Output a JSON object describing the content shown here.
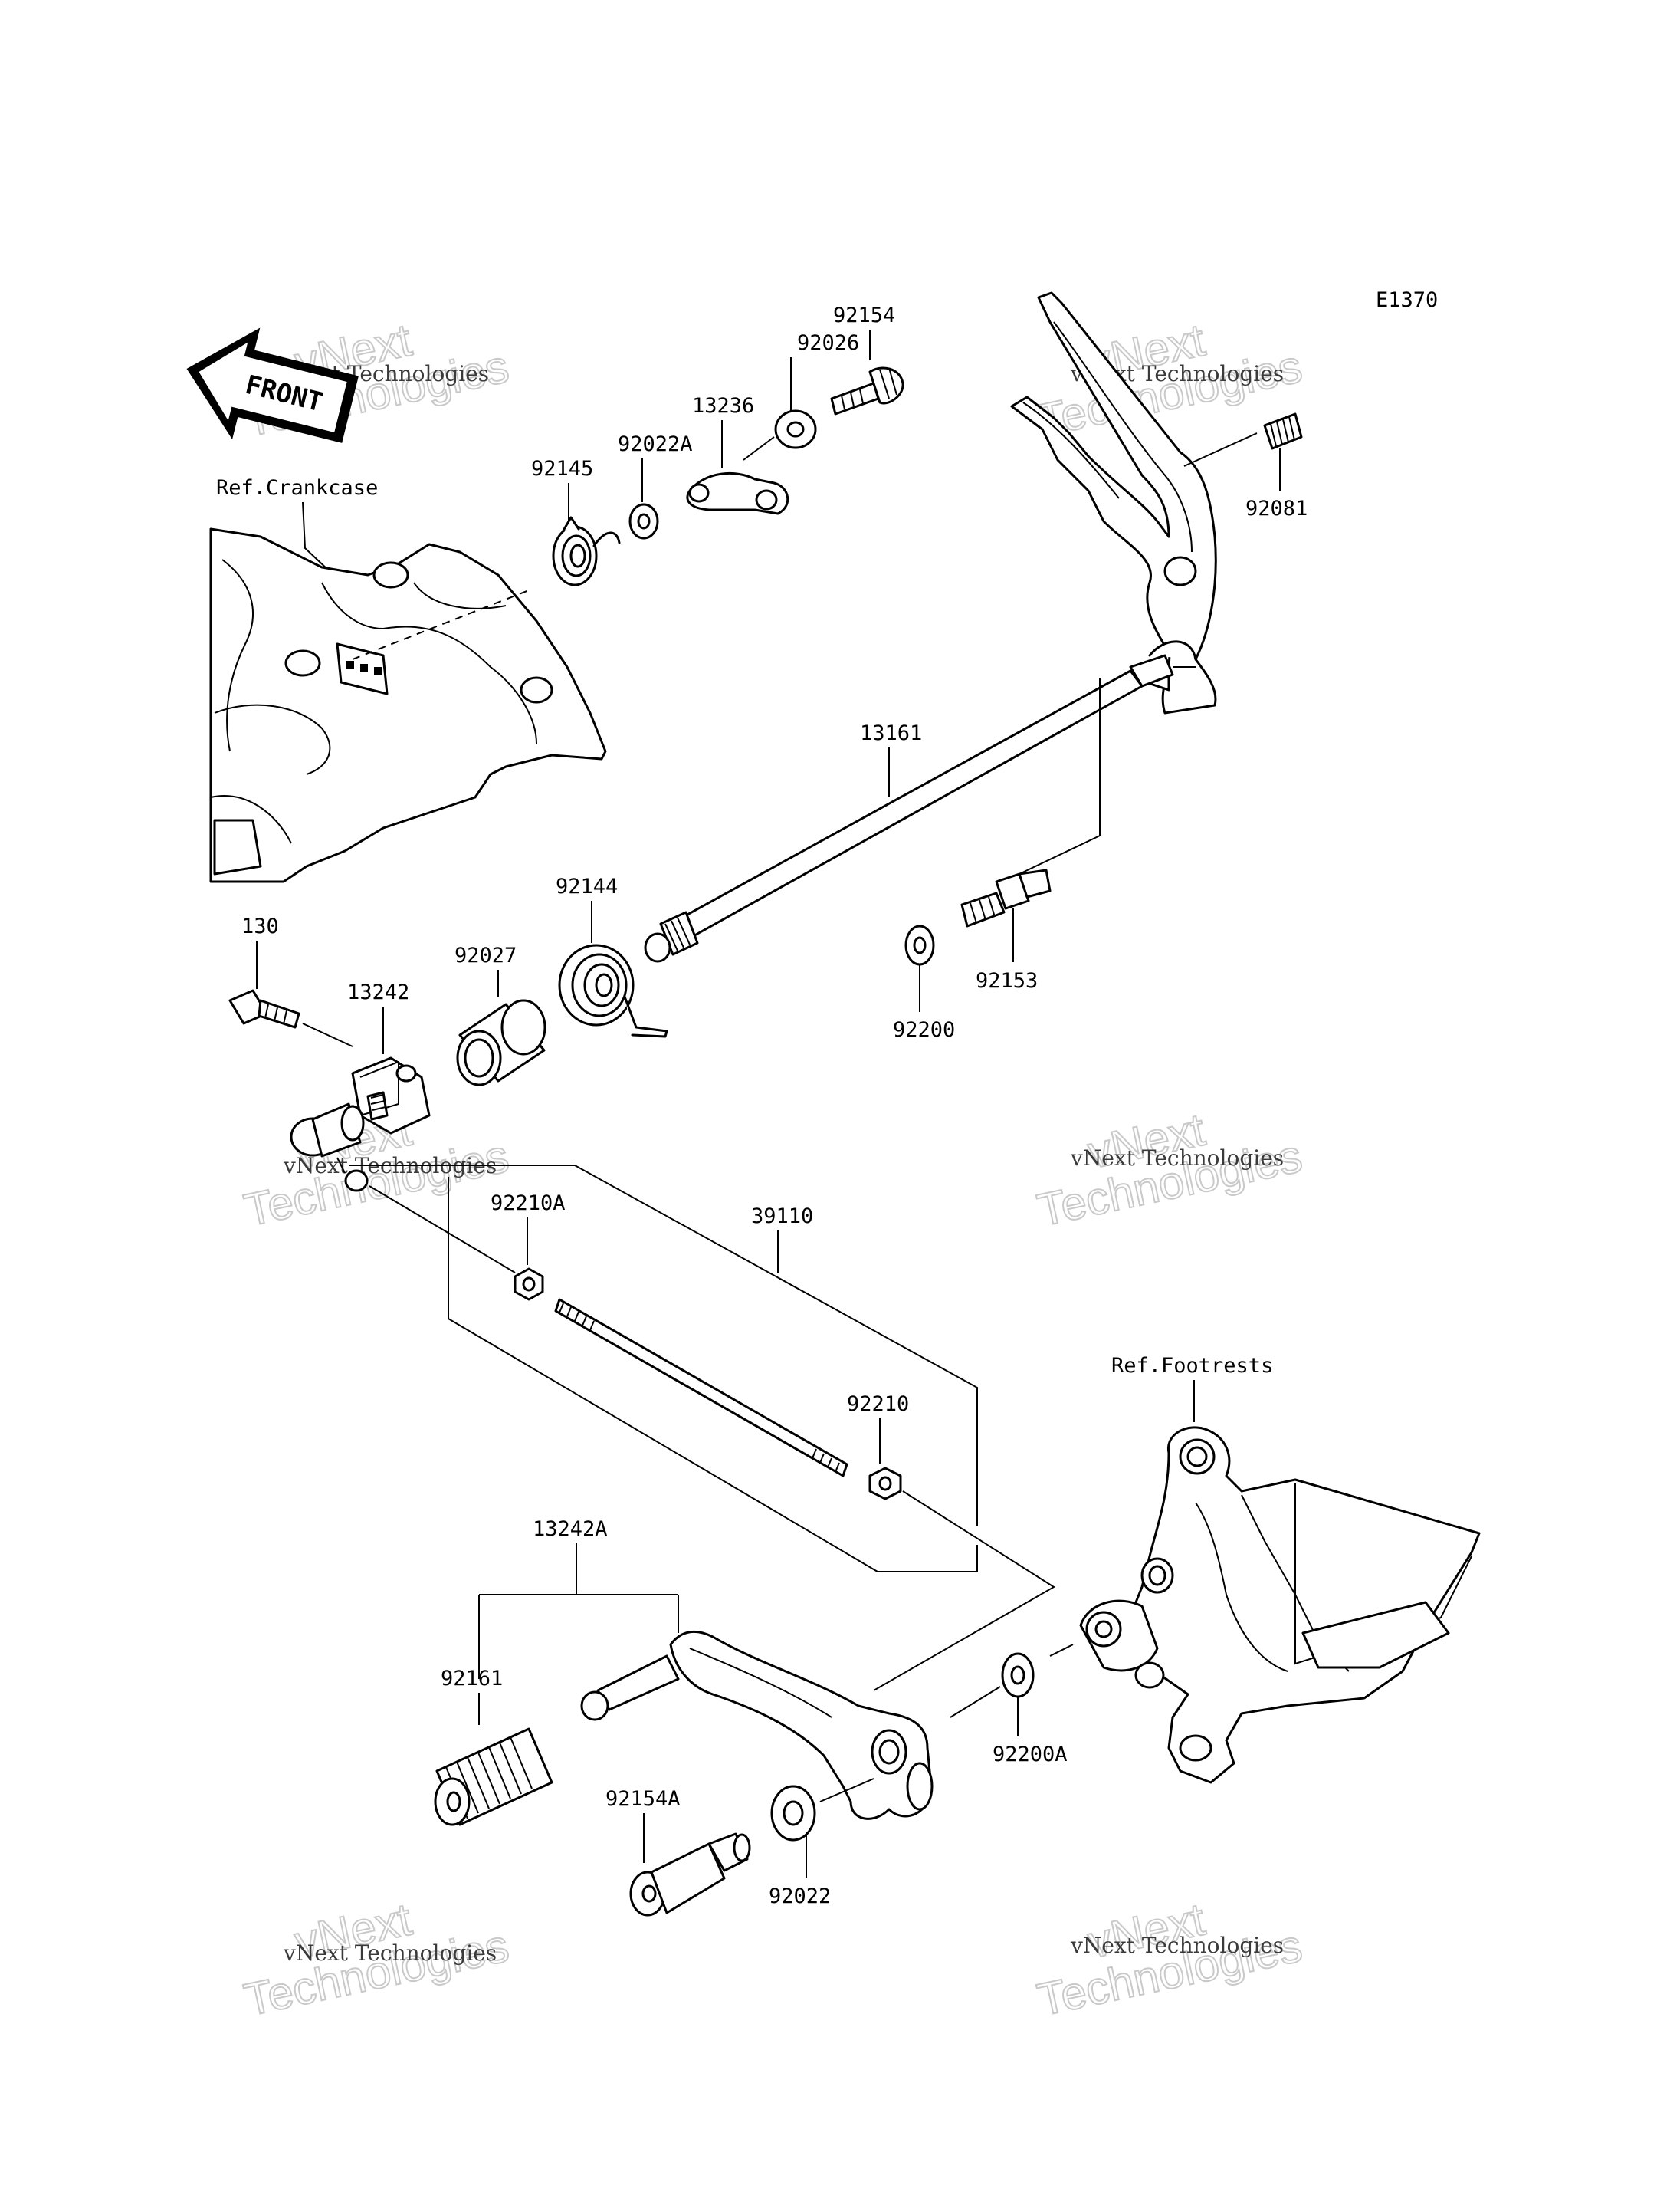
{
  "diagram": {
    "code": "E1370",
    "front_label": "FRONT",
    "ref_crankcase": "Ref.Crankcase",
    "ref_footrests": "Ref.Footrests",
    "watermark": {
      "line1": "vNext",
      "line2": "Technologies",
      "line3": "vNext Technologies"
    },
    "parts": {
      "p92154": "92154",
      "p92026": "92026",
      "p13236": "13236",
      "p92022A": "92022A",
      "p92145": "92145",
      "p92081": "92081",
      "p13161": "13161",
      "p92144": "92144",
      "p92027": "92027",
      "p130": "130",
      "p13242": "13242",
      "p92153": "92153",
      "p92200": "92200",
      "p92210A": "92210A",
      "p39110": "39110",
      "p92210": "92210",
      "p13242A": "13242A",
      "p92161": "92161",
      "p92200A": "92200A",
      "p92154A": "92154A",
      "p92022": "92022"
    }
  }
}
